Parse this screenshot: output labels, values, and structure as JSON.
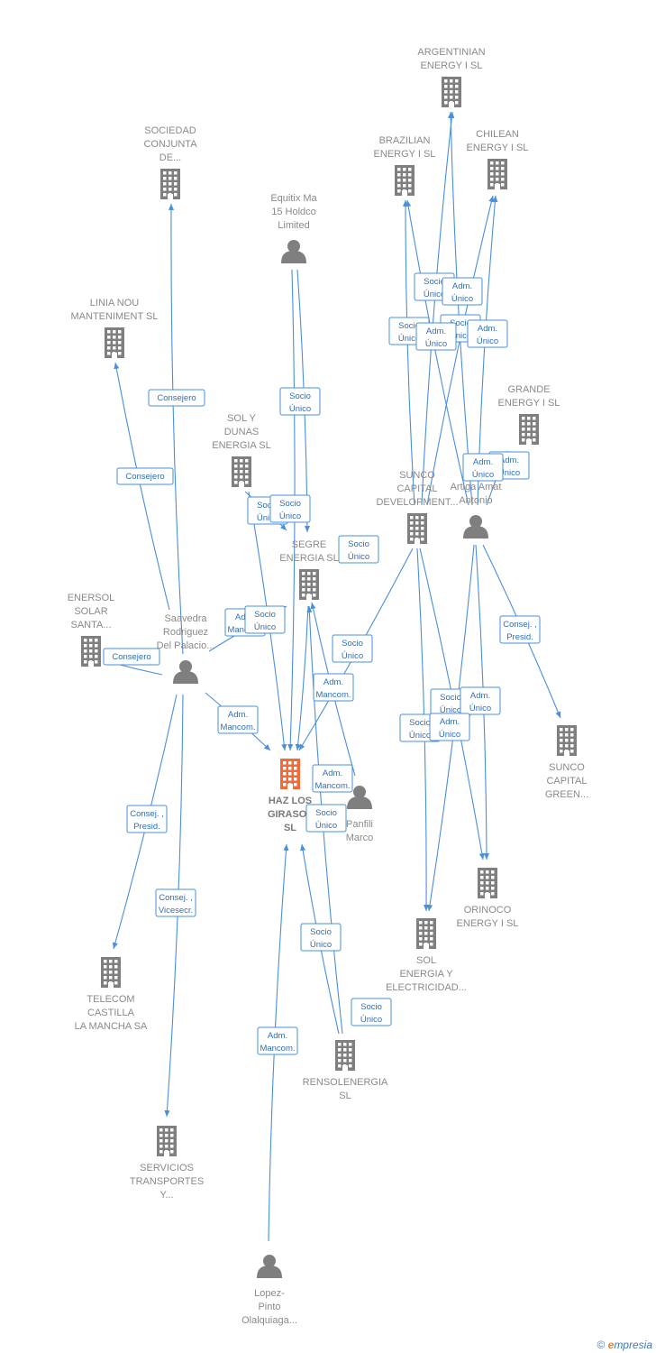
{
  "colors": {
    "edge": "#4a8fd8",
    "node": "#7f7f7f",
    "center": "#f26a36",
    "label": "#8a8a8a"
  },
  "nodes": [
    {
      "id": "haz",
      "type": "company",
      "center": true,
      "label": [
        "HAZ LOS",
        "GIRASOL",
        "SL"
      ]
    },
    {
      "id": "argentinian",
      "type": "company",
      "label": [
        "ARGENTINIAN",
        "ENERGY I  SL"
      ]
    },
    {
      "id": "brazilian",
      "type": "company",
      "label": [
        "BRAZILIAN",
        "ENERGY I  SL"
      ]
    },
    {
      "id": "chilean",
      "type": "company",
      "label": [
        "CHILEAN",
        "ENERGY I  SL"
      ]
    },
    {
      "id": "sociedad",
      "type": "company",
      "label": [
        "SOCIEDAD",
        "CONJUNTA",
        "DE..."
      ]
    },
    {
      "id": "equitix",
      "type": "person",
      "label": [
        "Equitix Ma",
        "15 Holdco",
        "Limited"
      ]
    },
    {
      "id": "linia",
      "type": "company",
      "label": [
        "LINIA NOU",
        "MANTENIMENT SL"
      ]
    },
    {
      "id": "grande",
      "type": "company",
      "label": [
        "GRANDE",
        "ENERGY I  SL"
      ]
    },
    {
      "id": "solydunas",
      "type": "company",
      "label": [
        "SOL Y",
        "DUNAS",
        "ENERGIA  SL"
      ]
    },
    {
      "id": "sunco_dev",
      "type": "company",
      "label": [
        "SUNCO",
        "CAPITAL",
        "DEVELOPMENT..."
      ]
    },
    {
      "id": "artiga",
      "type": "person",
      "label": [
        "Artiga Amat",
        "Antonio"
      ]
    },
    {
      "id": "segre",
      "type": "company",
      "label": [
        "SEGRE",
        "ENERGIA  SL"
      ]
    },
    {
      "id": "enersol",
      "type": "company",
      "label": [
        "ENERSOL",
        "SOLAR",
        "SANTA..."
      ]
    },
    {
      "id": "saavedra",
      "type": "person",
      "label": [
        "Saavedra",
        "Rodriguez",
        "Del Palacio..."
      ]
    },
    {
      "id": "sunco_green",
      "type": "company",
      "label": [
        "SUNCO",
        "CAPITAL",
        "GREEN..."
      ]
    },
    {
      "id": "panfili",
      "type": "person",
      "label": [
        "Panfili",
        "Marco"
      ]
    },
    {
      "id": "orinoco",
      "type": "company",
      "label": [
        "ORINOCO",
        "ENERGY I  SL"
      ]
    },
    {
      "id": "solenergia",
      "type": "company",
      "label": [
        "SOL",
        "ENERGIA Y",
        "ELECTRICIDAD..."
      ]
    },
    {
      "id": "telecom",
      "type": "company",
      "label": [
        "TELECOM",
        "CASTILLA",
        "LA MANCHA SA"
      ]
    },
    {
      "id": "rensol",
      "type": "company",
      "label": [
        "RENSOLENERGIA",
        "SL"
      ]
    },
    {
      "id": "servicios",
      "type": "company",
      "label": [
        "SERVICIOS",
        "TRANSPORTES",
        "Y..."
      ]
    },
    {
      "id": "lopez",
      "type": "person",
      "label": [
        "Lopez-",
        "Pinto",
        "Olalquiaga..."
      ]
    }
  ],
  "edges": [
    {
      "from": "equitix",
      "to": "haz",
      "label": [
        "Socio",
        "Único"
      ]
    },
    {
      "from": "equitix",
      "to": "segre",
      "label": []
    },
    {
      "from": "saavedra",
      "to": "sociedad",
      "label": [
        "Consejero"
      ]
    },
    {
      "from": "saavedra",
      "to": "linia",
      "label": [
        "Consejero"
      ]
    },
    {
      "from": "saavedra",
      "to": "enersol",
      "label": [
        "Consejero"
      ]
    },
    {
      "from": "saavedra",
      "to": "haz",
      "label": [
        "Adm.",
        "Mancom."
      ]
    },
    {
      "from": "saavedra",
      "to": "telecom",
      "label": [
        "Consej. ,",
        "Presid."
      ]
    },
    {
      "from": "saavedra",
      "to": "servicios",
      "label": [
        "Consej. ,",
        "Vicesecr."
      ]
    },
    {
      "from": "saavedra",
      "to": "segre",
      "label": [
        "Adm.",
        "Mancom."
      ]
    },
    {
      "from": "solydunas",
      "to": "segre",
      "label": [
        "Socio",
        "Único"
      ]
    },
    {
      "from": "solydunas",
      "to": "haz",
      "label": [
        "Socio",
        "Único"
      ]
    },
    {
      "from": "segre",
      "to": "haz",
      "label": [
        "Socio",
        "Único"
      ]
    },
    {
      "from": "sunco_dev",
      "to": "haz",
      "label": [
        "Socio",
        "Único"
      ]
    },
    {
      "from": "sunco_dev",
      "to": "argentinian",
      "label": [
        "Socio",
        "Único"
      ]
    },
    {
      "from": "sunco_dev",
      "to": "brazilian",
      "label": [
        "Socio",
        "Único"
      ]
    },
    {
      "from": "sunco_dev",
      "to": "chilean",
      "label": [
        "Socio",
        "Único"
      ]
    },
    {
      "from": "sunco_dev",
      "to": "orinoco",
      "label": [
        "Socio",
        "Único"
      ]
    },
    {
      "from": "sunco_dev",
      "to": "solenergia",
      "label": [
        "Socio",
        "Único"
      ]
    },
    {
      "from": "artiga",
      "to": "argentinian",
      "label": [
        "Adm.",
        "Único"
      ]
    },
    {
      "from": "artiga",
      "to": "brazilian",
      "label": [
        "Adm.",
        "Único"
      ]
    },
    {
      "from": "artiga",
      "to": "chilean",
      "label": [
        "Adm.",
        "Único"
      ]
    },
    {
      "from": "artiga",
      "to": "grande",
      "label": [
        "Adm.",
        "Único"
      ]
    },
    {
      "from": "artiga",
      "to": "sunco_green",
      "label": [
        "Consej. ,",
        "Presid."
      ]
    },
    {
      "from": "artiga",
      "to": "orinoco",
      "label": [
        "Adm.",
        "Único"
      ]
    },
    {
      "from": "artiga",
      "to": "solenergia",
      "label": [
        "Adm.",
        "Único"
      ]
    },
    {
      "from": "panfili",
      "to": "haz",
      "label": [
        "Adm.",
        "Mancom."
      ]
    },
    {
      "from": "panfili",
      "to": "segre",
      "label": [
        "Adm.",
        "Mancom."
      ]
    },
    {
      "from": "rensol",
      "to": "haz",
      "label": [
        "Socio",
        "Único"
      ]
    },
    {
      "from": "rensol",
      "to": "segre",
      "label": [
        "Socio",
        "Único"
      ]
    },
    {
      "from": "lopez",
      "to": "haz",
      "label": [
        "Adm.",
        "Mancom."
      ]
    }
  ],
  "footer": {
    "copyright": "©",
    "brand_initial": "e",
    "brand_rest": "mpresia"
  }
}
